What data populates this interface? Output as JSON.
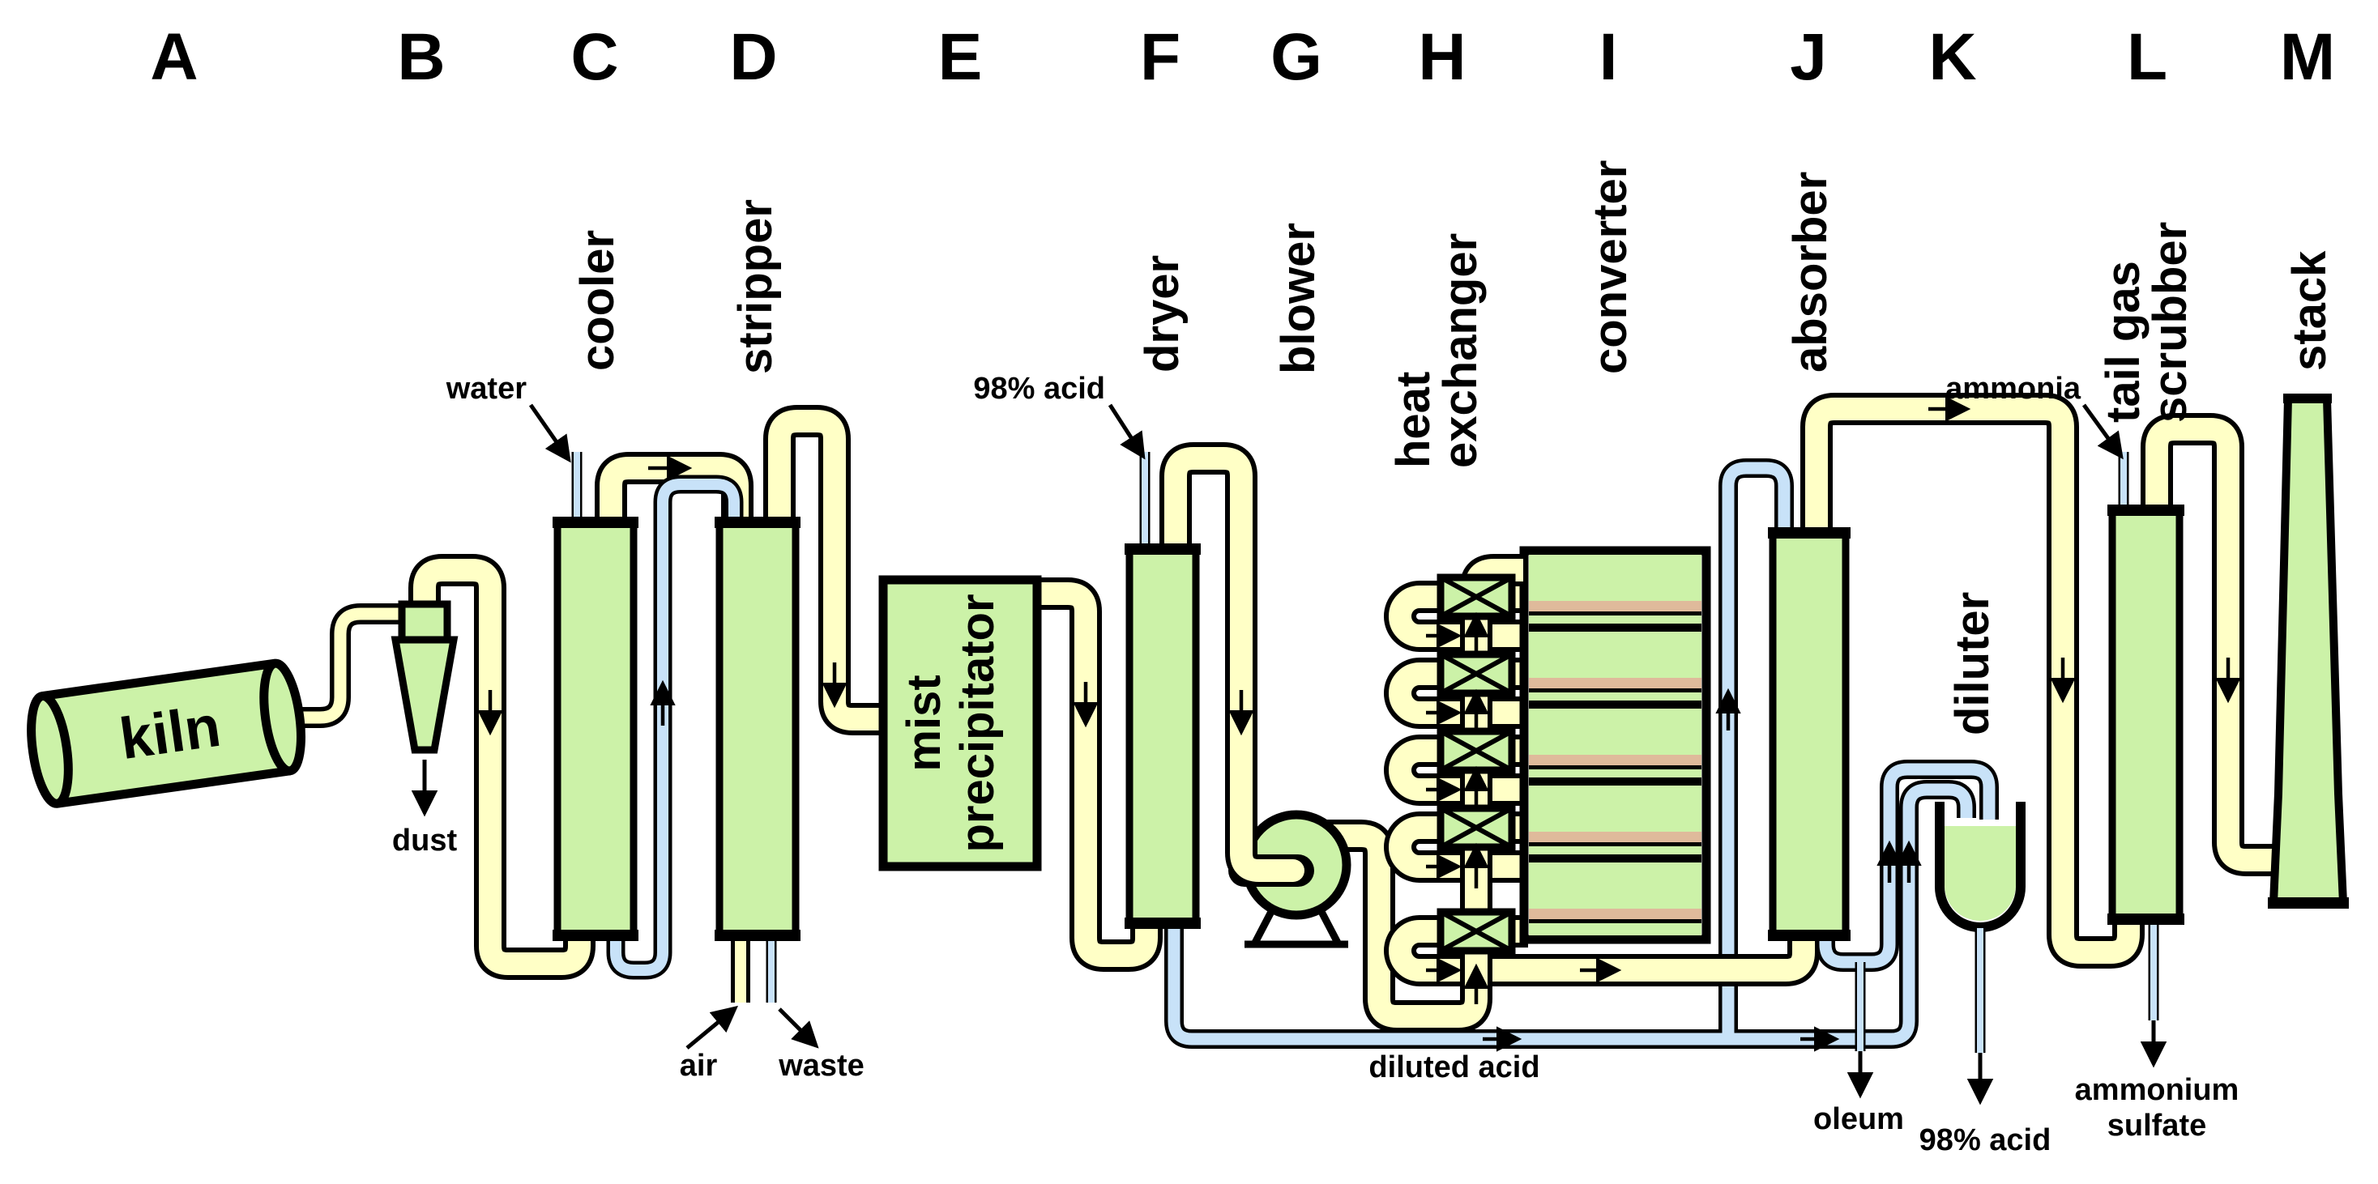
{
  "colors": {
    "equipment_green": "#ccf2a8",
    "gas_pipe_yellow": "#ffffc6",
    "liquid_pipe_blue": "#c8e2f8",
    "catalyst_bed_tan": "#dfba9b",
    "outline_black": "#000000",
    "background_white": "#ffffff"
  },
  "stage_letters": [
    "A",
    "B",
    "C",
    "D",
    "E",
    "F",
    "G",
    "H",
    "I",
    "J",
    "K",
    "L",
    "M"
  ],
  "equipment_labels": {
    "kiln": "kiln",
    "cooler": "cooler",
    "stripper": "stripper",
    "mist_precipitator_lines": [
      "mist",
      "precipitator"
    ],
    "dryer": "dryer",
    "blower": "blower",
    "heat_exchanger_lines": [
      "heat",
      "exchanger"
    ],
    "converter": "converter",
    "absorber": "absorber",
    "diluter": "diluter",
    "tail_gas_scrubber_lines": [
      "tail gas",
      "scrubber"
    ],
    "stack": "stack"
  },
  "stream_labels": {
    "water": "water",
    "acid_feed_top": "98% acid",
    "ammonia": "ammonia",
    "dust": "dust",
    "air": "air",
    "waste": "waste",
    "diluted_acid": "diluted acid",
    "oleum": "oleum",
    "acid_product": "98% acid",
    "ammonium_sulfate_lines": [
      "ammonium",
      "sulfate"
    ]
  }
}
